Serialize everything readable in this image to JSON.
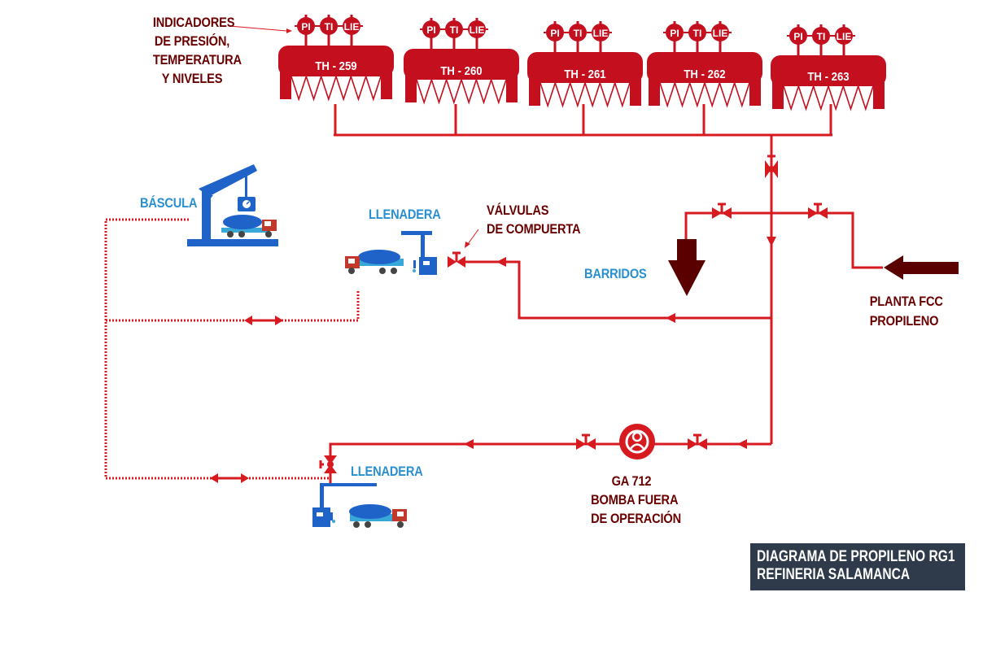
{
  "tanks": [
    {
      "id": "th259",
      "label": "TH - 259",
      "instruments": [
        "PI",
        "TI",
        "LIE"
      ]
    },
    {
      "id": "th260",
      "label": "TH - 260",
      "instruments": [
        "PI",
        "TI",
        "LIE"
      ]
    },
    {
      "id": "th261",
      "label": "TH - 261",
      "instruments": [
        "PI",
        "TI",
        "LIE"
      ]
    },
    {
      "id": "th262",
      "label": "TH - 262",
      "instruments": [
        "PI",
        "TI",
        "LIE"
      ]
    },
    {
      "id": "th263",
      "label": "TH - 263",
      "instruments": [
        "PI",
        "TI",
        "LIE"
      ]
    }
  ],
  "labels": {
    "indicadores": [
      "INDICADORES",
      "DE PRESIÓN,",
      "TEMPERATURA",
      "Y NIVELES"
    ],
    "bascula": "BÁSCULA",
    "llenadera_top": "LLENADERA",
    "llenadera_bottom": "LLENADERA",
    "valvulas": [
      "VÁLVULAS",
      "DE COMPUERTA"
    ],
    "barridos": "BARRIDOS",
    "planta": [
      "PLANTA FCC",
      "PROPILENO"
    ],
    "bomba": [
      "GA 712",
      "BOMBA FUERA",
      "DE OPERACIÓN"
    ],
    "title": [
      "DIAGRAMA DE PROPILENO RG1",
      "REFINERIA SALAMANCA"
    ]
  },
  "colors": {
    "pipe": "#d71920",
    "tank": "#c40f1f",
    "dark": "#6b0000",
    "equipment_blue": "#1f63c9",
    "label_blue": "#2a8fd0",
    "title_bg": "#2f3a4a"
  }
}
